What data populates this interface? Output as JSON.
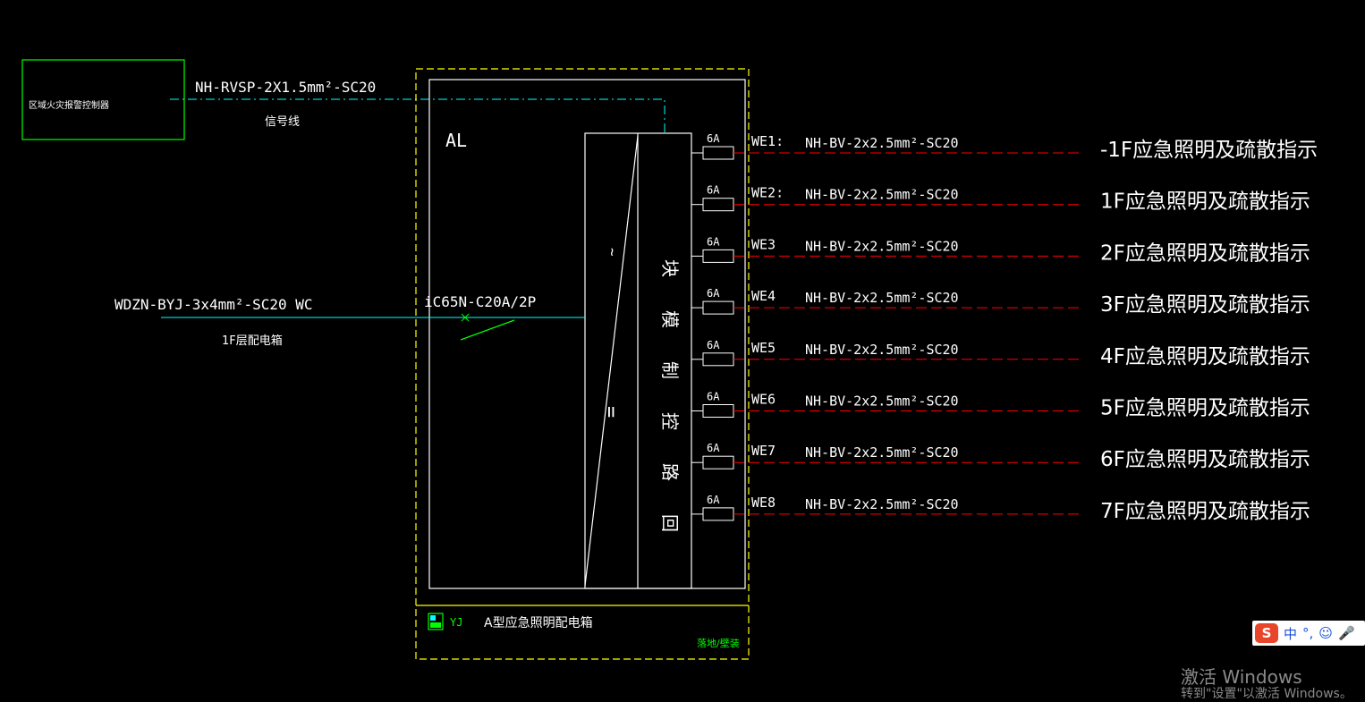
{
  "controller": {
    "label": "区域火灾报警控制器"
  },
  "signal": {
    "cable": "NH-RVSP-2X1.5mm²-SC20",
    "label": "信号线"
  },
  "panel": {
    "name": "AL",
    "module_label": "回路控制模块",
    "type_code": "YJ",
    "type_label": "A型应急照明配电箱",
    "mounting": "落地/壁装"
  },
  "incoming": {
    "cable": "WDZN-BYJ-3x4mm²-SC20 WC",
    "source": "1F层配电箱",
    "breaker": "iC65N-C20A/2P"
  },
  "circuits": [
    {
      "breaker": "6A",
      "id": "WE1:",
      "cable": "NH-BV-2x2.5mm²-SC20",
      "dest": "-1F应急照明及疏散指示"
    },
    {
      "breaker": "6A",
      "id": "WE2:",
      "cable": "NH-BV-2x2.5mm²-SC20",
      "dest": "1F应急照明及疏散指示"
    },
    {
      "breaker": "6A",
      "id": "WE3",
      "cable": "NH-BV-2x2.5mm²-SC20",
      "dest": "2F应急照明及疏散指示"
    },
    {
      "breaker": "6A",
      "id": "WE4",
      "cable": "NH-BV-2x2.5mm²-SC20",
      "dest": "3F应急照明及疏散指示"
    },
    {
      "breaker": "6A",
      "id": "WE5",
      "cable": "NH-BV-2x2.5mm²-SC20",
      "dest": "4F应急照明及疏散指示"
    },
    {
      "breaker": "6A",
      "id": "WE6",
      "cable": "NH-BV-2x2.5mm²-SC20",
      "dest": "5F应急照明及疏散指示"
    },
    {
      "breaker": "6A",
      "id": "WE7",
      "cable": "NH-BV-2x2.5mm²-SC20",
      "dest": "6F应急照明及疏散指示"
    },
    {
      "breaker": "6A",
      "id": "WE8",
      "cable": "NH-BV-2x2.5mm²-SC20",
      "dest": "7F应急照明及疏散指示"
    }
  ],
  "overlay": {
    "ime_label": "中",
    "ime_punct": "°,",
    "activate": "激活 Windows",
    "activate_sub": "转到\"设置\"以激活 Windows。"
  },
  "colors": {
    "background": "#000000",
    "yellow": "#ffff00",
    "cyan": "#00ffff",
    "green": "#00ff00",
    "red": "#ff0000",
    "white": "#ffffff"
  }
}
